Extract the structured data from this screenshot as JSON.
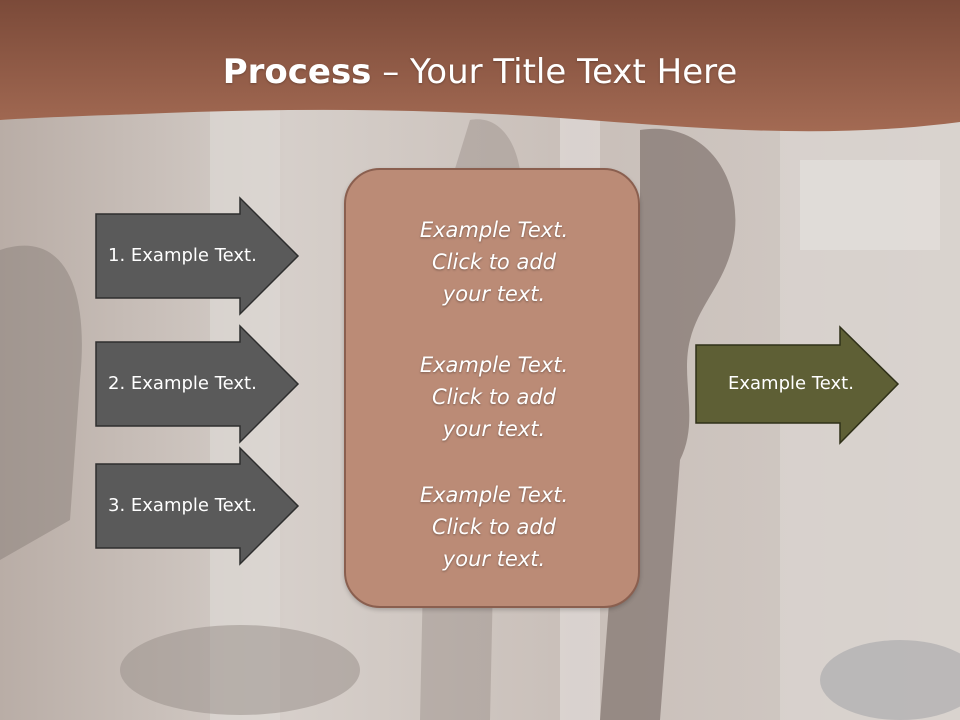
{
  "slide": {
    "title_bold": "Process",
    "title_rest": " – Your Title Text Here",
    "steps": [
      {
        "label": "1. Example Text."
      },
      {
        "label": "2. Example Text."
      },
      {
        "label": "3. Example Text."
      }
    ],
    "center": [
      {
        "line1": "Example Text.",
        "line2": "Click  to add",
        "line3": "your text."
      },
      {
        "line1": "Example Text.",
        "line2": "Click  to add",
        "line3": "your text."
      },
      {
        "line1": "Example Text.",
        "line2": "Click  to add",
        "line3": "your text."
      }
    ],
    "result": {
      "label": "Example Text."
    }
  },
  "colors": {
    "header": "#9a5f49",
    "step_arrow": "#5a5a5a",
    "center_box": "#bb8b76",
    "result_arrow": "#5e5f35"
  }
}
